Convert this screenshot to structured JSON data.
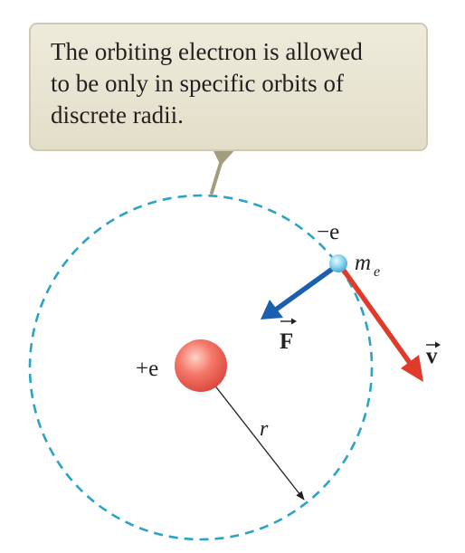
{
  "callout": {
    "line1": "The orbiting electron is allowed",
    "line2": "to be only in specific orbits of",
    "line3": "discrete radii."
  },
  "labels": {
    "electron_charge": "−e",
    "electron_mass_base": "m",
    "electron_mass_sub": "e",
    "nucleus_charge": "+e",
    "force": "F",
    "velocity": "v",
    "radius": "r"
  },
  "colors": {
    "orbit": "#2aa3c7",
    "nucleus": "#ef5a4c",
    "electron": "#7fd0ea",
    "force_arrow": "#1b5fb0",
    "velocity_arrow": "#e03a2a",
    "callout_fill": "#e8e5d4",
    "callout_border": "#cfcab3",
    "callout_pointer": "#a39d7d"
  }
}
